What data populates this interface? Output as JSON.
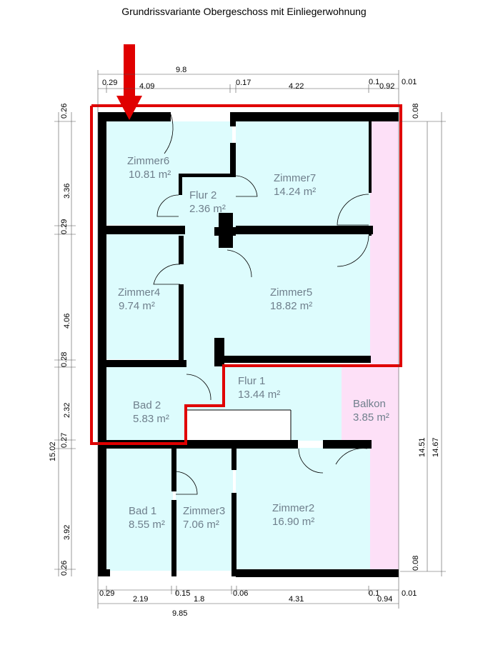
{
  "title": "Grundrissvariante Obergeschoss mit Einliegerwohnung",
  "colors": {
    "room": "#ddfcfd",
    "balcony": "#fde0f7",
    "highlight": "#e00000",
    "wall": "#000000",
    "label": "#6f7f8c"
  },
  "rooms": [
    {
      "name": "Zimmer6",
      "area": "10.81 m²"
    },
    {
      "name": "Flur 2",
      "area": "2.36 m²"
    },
    {
      "name": "Zimmer7",
      "area": "14.24 m²"
    },
    {
      "name": "Zimmer4",
      "area": "9.74 m²"
    },
    {
      "name": "Zimmer5",
      "area": "18.82 m²"
    },
    {
      "name": "Bad 2",
      "area": "5.83 m²"
    },
    {
      "name": "Flur 1",
      "area": "13.44 m²"
    },
    {
      "name": "Balkon",
      "area": "3.85 m²"
    },
    {
      "name": "Bad 1",
      "area": "8.55 m²"
    },
    {
      "name": "Zimmer3",
      "area": "7.06 m²"
    },
    {
      "name": "Zimmer2",
      "area": "16.90 m²"
    }
  ],
  "dims": {
    "top_total": "9.8",
    "top": [
      "0.29",
      "4.09",
      "0.17",
      "4.22",
      "0.1",
      "0.92",
      "0.01"
    ],
    "bottom": [
      "0.29",
      "2.19",
      "0.15",
      "1.8",
      "0.06",
      "4.31",
      "0.1",
      "0.94",
      "0.01"
    ],
    "bottom_total": "9.85",
    "left": [
      "0.26",
      "3.36",
      "0.29",
      "4.06",
      "0.28",
      "2.32",
      "0.27",
      "3.92",
      "0.26"
    ],
    "left_total": "15.02",
    "right_top": "0.08",
    "right_bottom": "0.08",
    "right_inner": "14.51",
    "right_outer": "14.67"
  }
}
